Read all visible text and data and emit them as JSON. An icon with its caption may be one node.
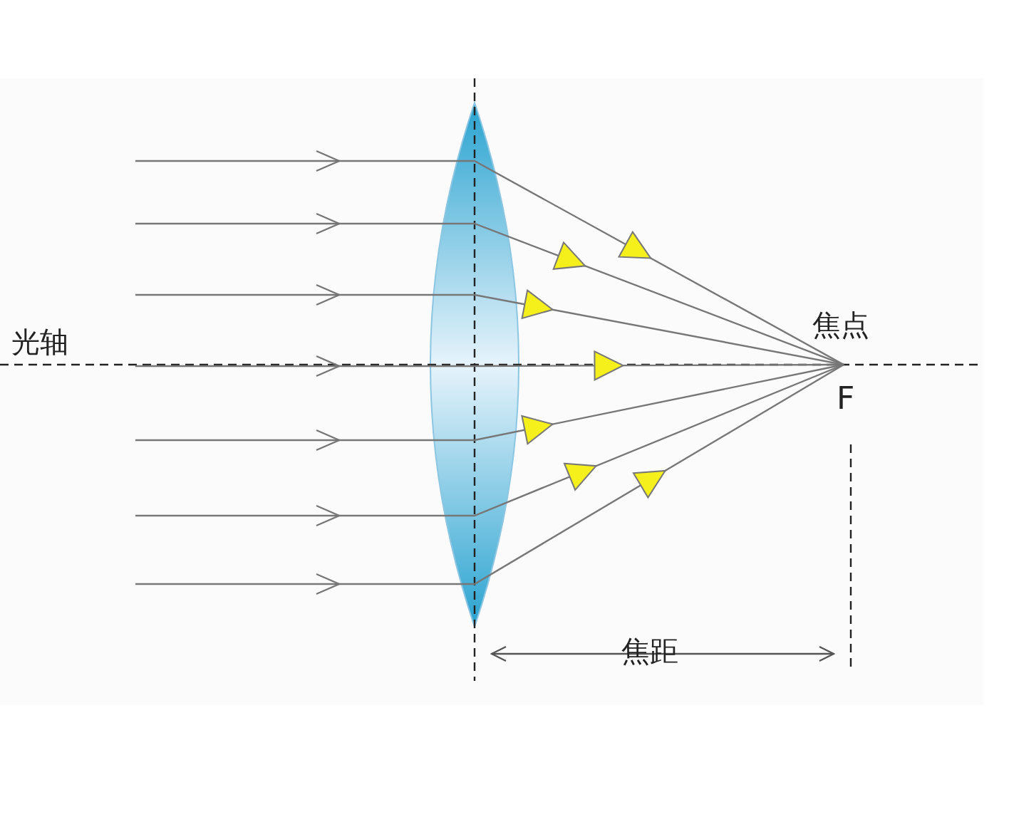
{
  "diagram": {
    "labels": [
      "光轴",
      "焦点",
      "F",
      "焦距"
    ]
  }
}
